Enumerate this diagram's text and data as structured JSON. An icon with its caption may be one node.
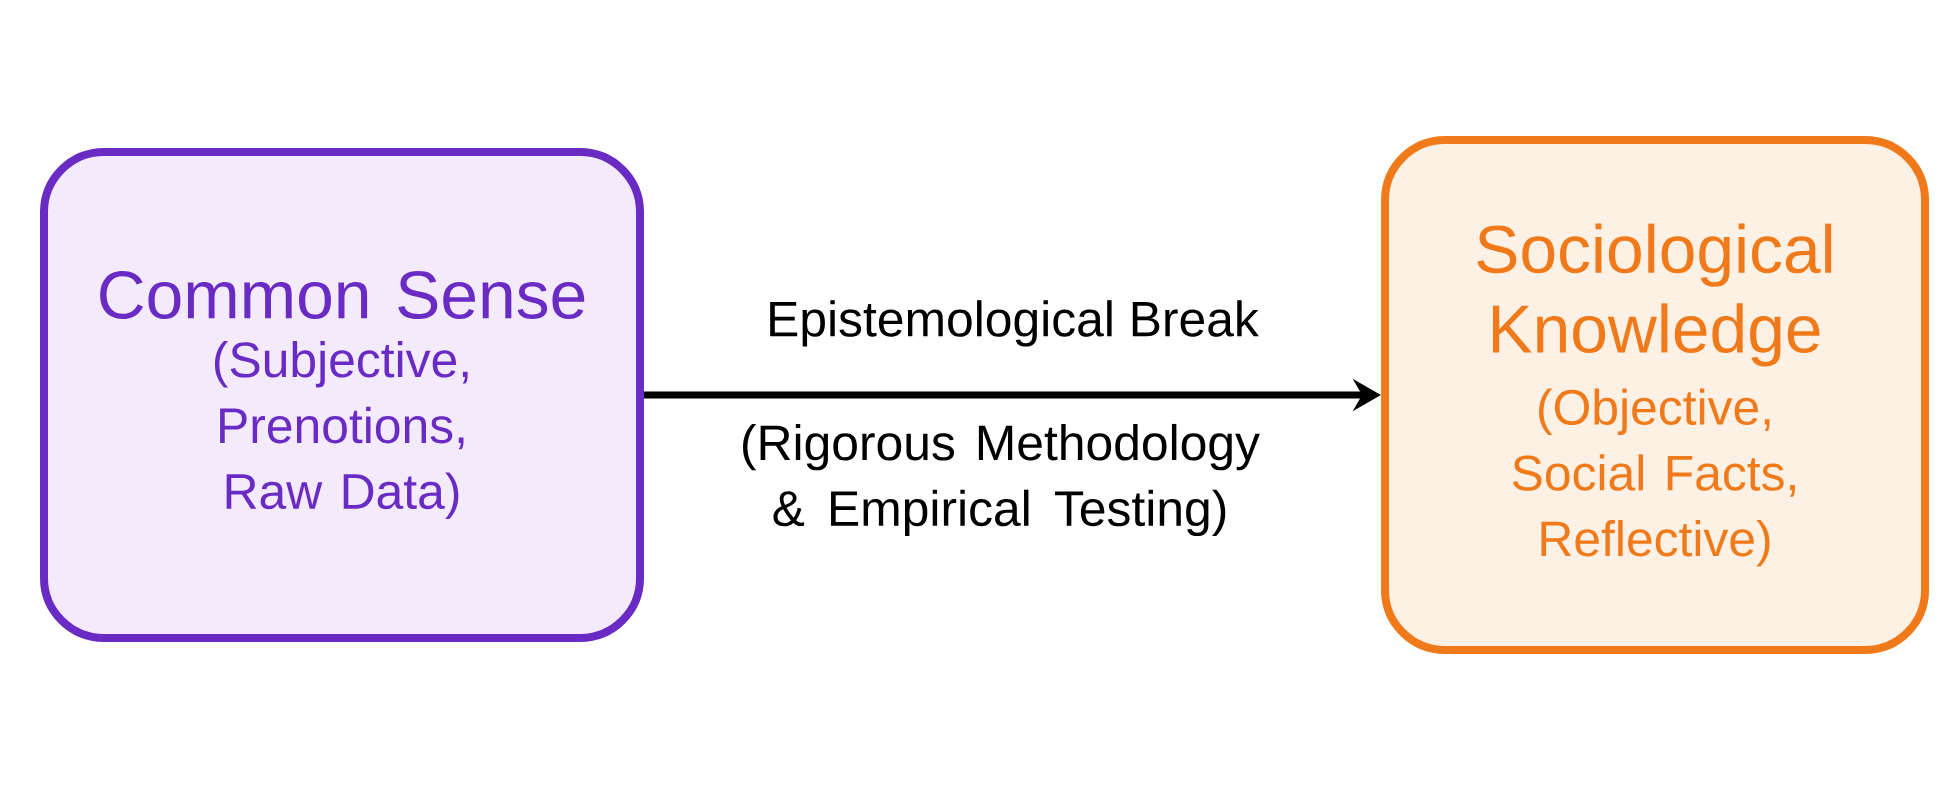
{
  "diagram": {
    "nodes": [
      {
        "text": [
          "Common Sense",
          "(Subjective, Prenotions, Raw Data)"
        ]
      },
      {
        "text": [
          "Sociological Knowledge",
          "(Objective, Social Facts, Reflective)"
        ]
      }
    ],
    "edges": [
      {
        "from": 0,
        "to": 1,
        "arrow": "to",
        "label": "Epistemological Break"
      }
    ],
    "labels": [
      "(Rigorous Methodology & Empirical Testing)"
    ]
  }
}
